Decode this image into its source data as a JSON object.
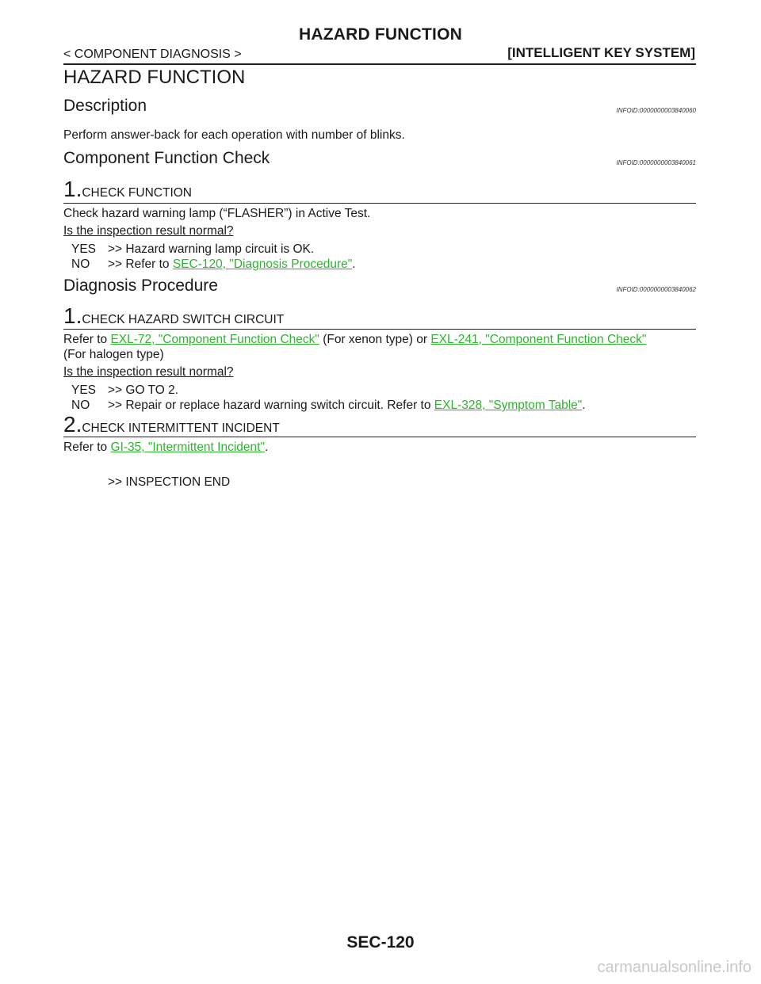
{
  "header": {
    "page_title": "HAZARD FUNCTION",
    "left": "< COMPONENT DIAGNOSIS >",
    "right": "[INTELLIGENT KEY SYSTEM]"
  },
  "main_title": "HAZARD FUNCTION",
  "description": {
    "heading": "Description",
    "infoid": "INFOID:0000000003840060",
    "text": "Perform answer-back for each operation with number of blinks."
  },
  "component_check": {
    "heading": "Component  Function  Check",
    "infoid": "INFOID:0000000003840061",
    "step1": {
      "num": "1.",
      "title": "CHECK FUNCTION"
    },
    "body": "Check hazard warning lamp (“FLASHER”) in Active Test.",
    "question": "Is the inspection result normal?",
    "yes_label": "YES",
    "yes_text": ">> Hazard warning lamp circuit is OK.",
    "no_label": "NO",
    "no_text": ">> Refer to ",
    "no_link": "SEC-120, \"Diagnosis Procedure\"",
    "no_tail": "."
  },
  "diagnosis": {
    "heading": "Diagnosis Procedure",
    "infoid": "INFOID:0000000003840062",
    "step1": {
      "num": "1.",
      "title": "CHECK HAZARD SWITCH CIRCUIT"
    },
    "refer_prefix": "Refer to ",
    "link1": "EXL-72, \"Component Function Check\"",
    "mid": " (For xenon type) or ",
    "link2": "EXL-241, \"Component Function Check\"",
    "refer_line2": "(For halogen type)",
    "question": "Is the inspection result normal?",
    "yes_label": "YES",
    "yes_text": ">> GO TO 2.",
    "no_label": "NO",
    "no_text": ">> Repair or replace hazard warning switch circuit. Refer to ",
    "no_link": "EXL-328, \"Symptom Table\"",
    "no_tail": ".",
    "step2": {
      "num": "2.",
      "title": "CHECK INTERMITTENT INCIDENT"
    },
    "step2_prefix": "Refer to ",
    "step2_link": "GI-35, \"Intermittent Incident\"",
    "step2_tail": ".",
    "end": ">> INSPECTION END"
  },
  "footer": {
    "page_number": "SEC-120"
  },
  "watermark": "carmanualsonline.info"
}
